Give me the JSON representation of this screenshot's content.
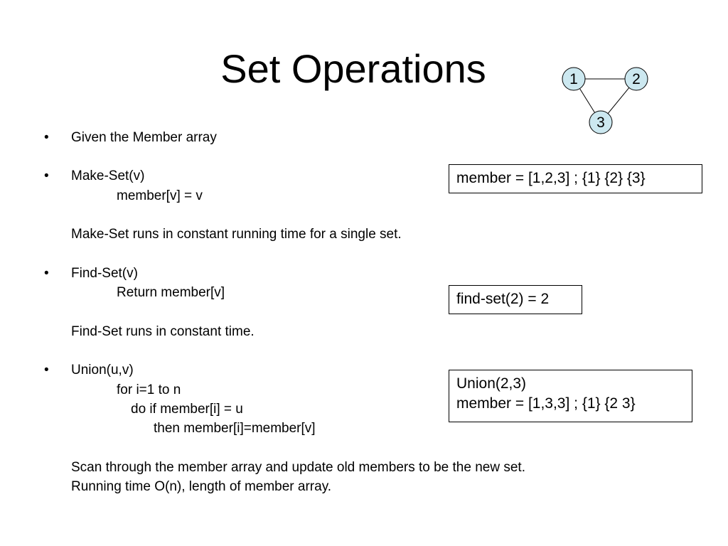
{
  "slide": {
    "title": "Set Operations",
    "bullet_symbol": "•",
    "bullets": [
      {
        "heading": "Given the Member array"
      },
      {
        "heading": "Make-Set(v)",
        "code": [
          "member[v] = v"
        ],
        "note": "Make-Set runs in constant running time for a single set."
      },
      {
        "heading": "Find-Set(v)",
        "code": [
          "Return member[v]"
        ],
        "note": "Find-Set runs in constant time."
      },
      {
        "heading": "Union(u,v)",
        "code": [
          "for i=1 to n",
          "do if member[i] = u",
          "then member[i]=member[v]"
        ],
        "notes": [
          "Scan through the member array and update old members to be the new set.",
          "Running time O(n), length of member array."
        ]
      }
    ]
  },
  "boxes": {
    "make_set": "member = [1,2,3]  ;  {1} {2} {3}",
    "find_set": "find-set(2)  = 2",
    "union": [
      "Union(2,3)",
      "member  = [1,3,3]  ; {1} {2 3}"
    ]
  },
  "graph": {
    "node_fill": "#cce8f0",
    "nodes": [
      {
        "label": "1"
      },
      {
        "label": "2"
      },
      {
        "label": "3"
      }
    ]
  }
}
